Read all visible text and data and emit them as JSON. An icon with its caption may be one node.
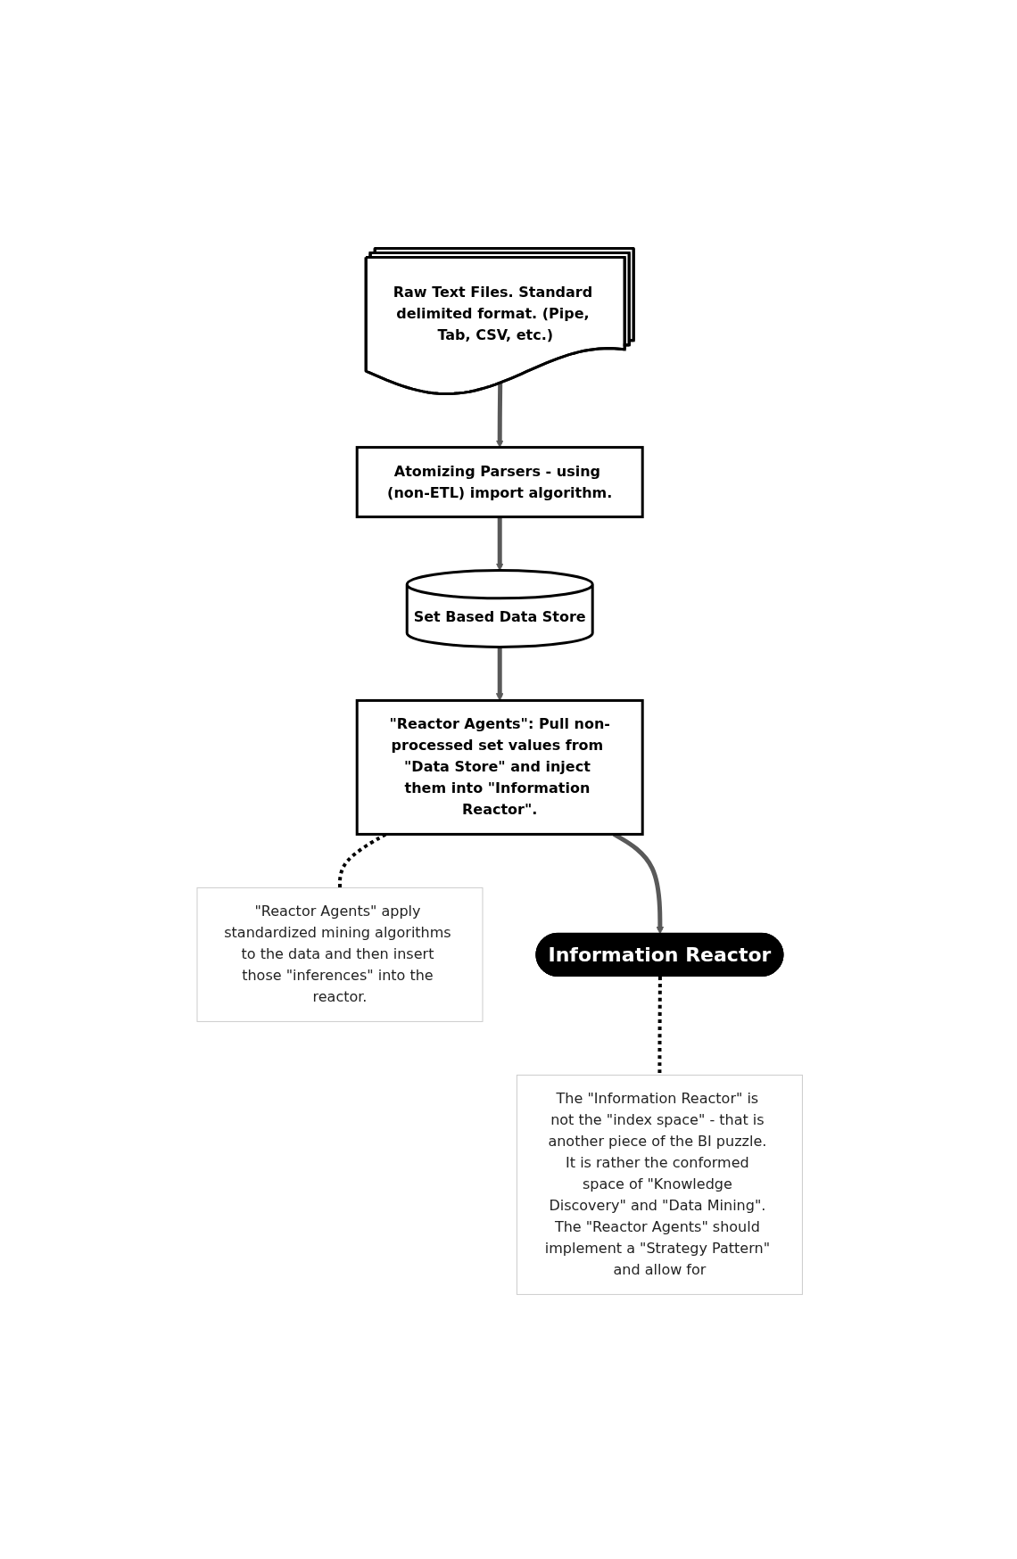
{
  "diagram": {
    "nodes": [
      {
        "text": [
          "Raw Text Files. Standard delimited format. (Pipe, Tab, CSV, etc.)"
        ]
      },
      {
        "text": [
          "Atomizing Parsers - using (non-ETL) import algorithm."
        ]
      },
      {
        "text": [
          "Set Based Data Store"
        ]
      },
      {
        "text": [
          "\"Reactor Agents\": Pull non-processed set values from \"Data Store\" and inject them into \"Information Reactor\"."
        ]
      },
      {
        "text": [
          "\"Reactor Agents\" apply standardized mining algorithms to the data and then insert those \"inferences\" into the reactor."
        ]
      },
      {
        "text": [
          "The \"Information Reactor\" is not the \"index space\" - that is another piece of the BI puzzle. It is rather the conformed space of \"Knowledge Discovery\" and \"Data Mining\". The \"Reactor Agents\" should implement a \"Strategy Pattern\" and allow for"
        ]
      },
      {
        "text": [
          "Information Reactor"
        ]
      }
    ],
    "edges": [
      {
        "from": 0,
        "to": 1,
        "arrow": "to"
      },
      {
        "from": 1,
        "to": 2,
        "arrow": "to"
      },
      {
        "from": 2,
        "to": 3,
        "arrow": "to"
      },
      {
        "from": 3,
        "to": 4,
        "arrow": "none",
        "style": "dashed",
        "color": "#000000"
      },
      {
        "from": 3,
        "to": 6,
        "arrow": "to"
      },
      {
        "from": 6,
        "to": 5,
        "arrow": "none",
        "style": "dashed",
        "color": "#000000"
      }
    ]
  }
}
